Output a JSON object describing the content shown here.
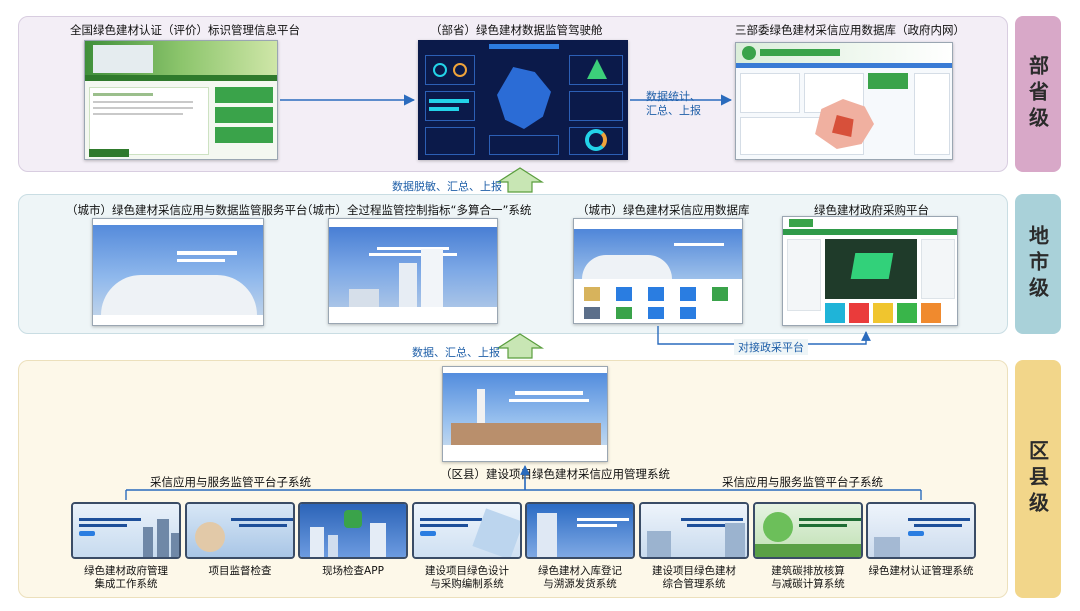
{
  "levels": {
    "province": "部省级",
    "city": "地市级",
    "county": "区县级"
  },
  "province": {
    "sys1": "全国绿色建材认证（评价）标识管理信息平台",
    "sys2": "（部省）绿色建材数据监管驾驶舱",
    "sys3": "三部委绿色建材采信应用数据库（政府内网）",
    "flow_stats_1": "数据统计、",
    "flow_stats_2": "汇总、上报"
  },
  "city": {
    "sys1": "（城市）绿色建材采信应用与数据监管服务平台",
    "sys2": "（城市）全过程监管控制指标“多算合一”系统",
    "sys3": "（城市）绿色建材采信应用数据库",
    "sys4": "绿色建材政府采购平台",
    "flow_up": "数据脱敏、汇总、上报",
    "link_label": "对接政采平台"
  },
  "county": {
    "main": "（区县）建设项目绿色建材采信应用管理系统",
    "flow_up": "数据、汇总、上报",
    "group_left": "采信应用与服务监管平台子系统",
    "group_right": "采信应用与服务监管平台子系统",
    "subsystems": [
      {
        "line1": "绿色建材政府管理",
        "line2": "集成工作系统"
      },
      {
        "line1": "项目监督检查",
        "line2": ""
      },
      {
        "line1": "现场检查APP",
        "line2": ""
      },
      {
        "line1": "建设项目绿色设计",
        "line2": "与采购编制系统"
      },
      {
        "line1": "绿色建材入库登记",
        "line2": "与溯源发货系统"
      },
      {
        "line1": "建设项目绿色建材",
        "line2": "综合管理系统"
      },
      {
        "line1": "建筑碳排放核算",
        "line2": "与减碳计算系统"
      },
      {
        "line1": "绿色建材认证管理系统",
        "line2": ""
      }
    ]
  },
  "colors": {
    "arrow_blue": "#2a6bbd",
    "up_arrow_fill": "#c8e6b4",
    "up_arrow_stroke": "#5a9e3e"
  }
}
